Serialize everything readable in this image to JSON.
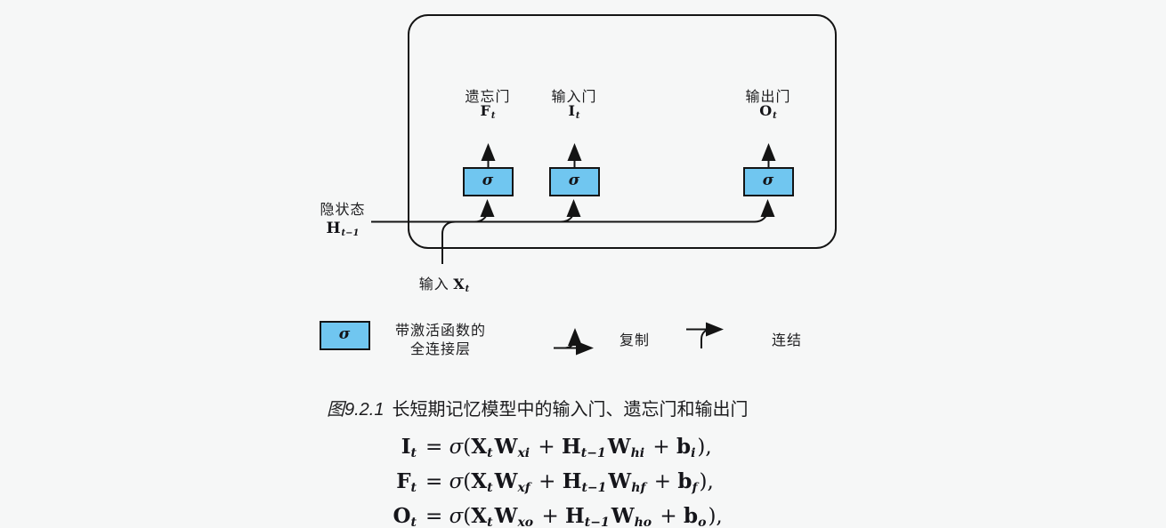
{
  "colors": {
    "background": "#f6f7f7",
    "line": "#141414",
    "box_fill": "#70c6f0",
    "text": "#1d1d1f"
  },
  "diagram": {
    "sigma": "σ",
    "gates": [
      {
        "label": "遗忘门",
        "var": "F",
        "sub": "t"
      },
      {
        "label": "输入门",
        "var": "I",
        "sub": "t"
      },
      {
        "label": "输出门",
        "var": "O",
        "sub": "t"
      }
    ],
    "hidden": {
      "label": "隐状态",
      "var": "H",
      "sub": "t−1"
    },
    "input": {
      "label": "输入",
      "var": "X",
      "sub": "t"
    }
  },
  "legend": {
    "sigma": "σ",
    "fc_label_line1": "带激活函数的",
    "fc_label_line2": "全连接层",
    "copy_label": "复制",
    "concat_label": "连结"
  },
  "caption": {
    "figure_no": "图9.2.1",
    "title": "长短期记忆模型中的输入门、遗忘门和输出门"
  },
  "equations": [
    {
      "lhs": [
        [
          "b",
          "I"
        ],
        [
          "s",
          "t"
        ]
      ],
      "rhs": [
        [
          "n",
          "= "
        ],
        [
          "i",
          "σ"
        ],
        [
          "n",
          "("
        ],
        [
          "b",
          "X"
        ],
        [
          "s",
          "t"
        ],
        [
          "b",
          "W"
        ],
        [
          "s",
          "xi"
        ],
        [
          "n",
          " + "
        ],
        [
          "b",
          "H"
        ],
        [
          "s",
          "t−1"
        ],
        [
          "b",
          "W"
        ],
        [
          "s",
          "hi"
        ],
        [
          "n",
          " + "
        ],
        [
          "b",
          "b"
        ],
        [
          "s",
          "i"
        ],
        [
          "n",
          "),"
        ]
      ]
    },
    {
      "lhs": [
        [
          "b",
          "F"
        ],
        [
          "s",
          "t"
        ]
      ],
      "rhs": [
        [
          "n",
          "= "
        ],
        [
          "i",
          "σ"
        ],
        [
          "n",
          "("
        ],
        [
          "b",
          "X"
        ],
        [
          "s",
          "t"
        ],
        [
          "b",
          "W"
        ],
        [
          "s",
          "xf"
        ],
        [
          "n",
          " + "
        ],
        [
          "b",
          "H"
        ],
        [
          "s",
          "t−1"
        ],
        [
          "b",
          "W"
        ],
        [
          "s",
          "hf"
        ],
        [
          "n",
          " + "
        ],
        [
          "b",
          "b"
        ],
        [
          "s",
          "f"
        ],
        [
          "n",
          "),"
        ]
      ]
    },
    {
      "lhs": [
        [
          "b",
          "O"
        ],
        [
          "s",
          "t"
        ]
      ],
      "rhs": [
        [
          "n",
          "= "
        ],
        [
          "i",
          "σ"
        ],
        [
          "n",
          "("
        ],
        [
          "b",
          "X"
        ],
        [
          "s",
          "t"
        ],
        [
          "b",
          "W"
        ],
        [
          "s",
          "xo"
        ],
        [
          "n",
          " + "
        ],
        [
          "b",
          "H"
        ],
        [
          "s",
          "t−1"
        ],
        [
          "b",
          "W"
        ],
        [
          "s",
          "ho"
        ],
        [
          "n",
          " + "
        ],
        [
          "b",
          "b"
        ],
        [
          "s",
          "o"
        ],
        [
          "n",
          "),"
        ]
      ]
    }
  ]
}
